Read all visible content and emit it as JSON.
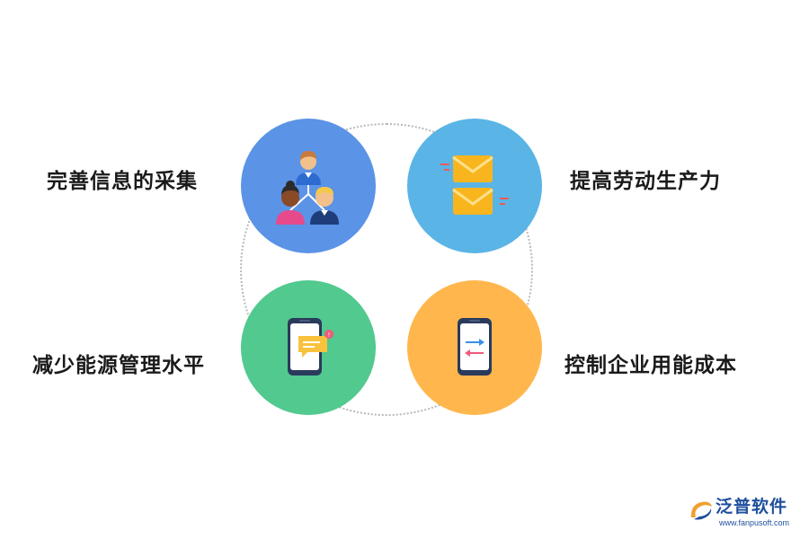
{
  "nodes": {
    "top_left": {
      "label": "完善信息的采集",
      "color": "#5b93e6",
      "icon": "people-hierarchy-icon"
    },
    "top_right": {
      "label": "提高劳动生产力",
      "color": "#5ab4e6",
      "icon": "envelopes-icon"
    },
    "bottom_left": {
      "label": "减少能源管理水平",
      "color": "#52c98e",
      "icon": "phone-message-icon"
    },
    "bottom_right": {
      "label": "控制企业用能成本",
      "color": "#ffb74d",
      "icon": "phone-transfer-icon"
    }
  },
  "brand": {
    "name": "泛普软件",
    "url": "www.fanpusoft.com",
    "color": "#1f4f9c"
  }
}
